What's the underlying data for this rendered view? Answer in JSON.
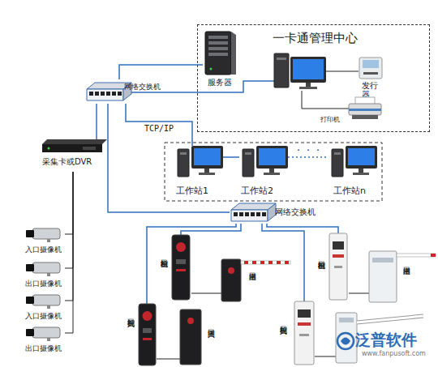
{
  "diagram": {
    "nodes": [
      {
        "text": [
          "一卡通管理中心"
        ]
      },
      {
        "text": [
          "服务器"
        ],
        "in": 0
      },
      {
        "text": [
          "发行器"
        ],
        "in": 0
      },
      {
        "text": [
          "打印机"
        ],
        "in": 0
      },
      {
        "text": [
          "网络交换机"
        ]
      },
      {
        "text": [
          "采集卡或DVR"
        ]
      },
      {
        "text": [
          "工作站1"
        ]
      },
      {
        "text": [
          "工作站2"
        ]
      },
      {
        "text": [
          "工作站n"
        ]
      },
      {
        "text": [
          "网络交换机"
        ]
      },
      {
        "text": [
          "入口摄像机"
        ]
      },
      {
        "text": [
          "出口摄像机"
        ]
      },
      {
        "text": [
          "入口摄像机"
        ]
      },
      {
        "text": [
          "出口摄像机"
        ]
      },
      {
        "text": [
          "出口控制机"
        ]
      },
      {
        "text": [
          "出口道闸"
        ]
      },
      {
        "text": [
          "出口控制机"
        ]
      },
      {
        "text": [
          "出口道闸"
        ]
      },
      {
        "text": [
          "入口控制机"
        ]
      },
      {
        "text": [
          "入口道闸"
        ]
      },
      {
        "text": [
          "入口控制机"
        ]
      }
    ],
    "edges": [
      {
        "from": 4,
        "to": 1,
        "arrow": "none"
      },
      {
        "from": 4,
        "to": 5,
        "arrow": "none"
      },
      {
        "from": 4,
        "to": 6,
        "label": "TCP/IP",
        "arrow": "none"
      },
      {
        "from": 6,
        "to": 7,
        "arrow": "none"
      },
      {
        "from": 7,
        "to": 8,
        "label": "· · ·",
        "arrow": "none"
      },
      {
        "from": 4,
        "to": 9,
        "arrow": "none"
      },
      {
        "from": 5,
        "to": 10,
        "arrow": "none"
      },
      {
        "from": 5,
        "to": 11,
        "arrow": "none"
      },
      {
        "from": 5,
        "to": 12,
        "arrow": "none"
      },
      {
        "from": 5,
        "to": 13,
        "arrow": "none"
      },
      {
        "from": 9,
        "to": 14,
        "arrow": "none"
      },
      {
        "from": 9,
        "to": 16,
        "arrow": "none"
      },
      {
        "from": 9,
        "to": 18,
        "arrow": "none"
      },
      {
        "from": 9,
        "to": 20,
        "arrow": "none"
      },
      {
        "from": 14,
        "to": 15,
        "arrow": "none"
      },
      {
        "from": 16,
        "to": 17,
        "arrow": "none"
      },
      {
        "from": 18,
        "to": 19,
        "arrow": "none"
      }
    ],
    "labels": [
      "泛普软件",
      "www.fanpusoft.com"
    ]
  }
}
